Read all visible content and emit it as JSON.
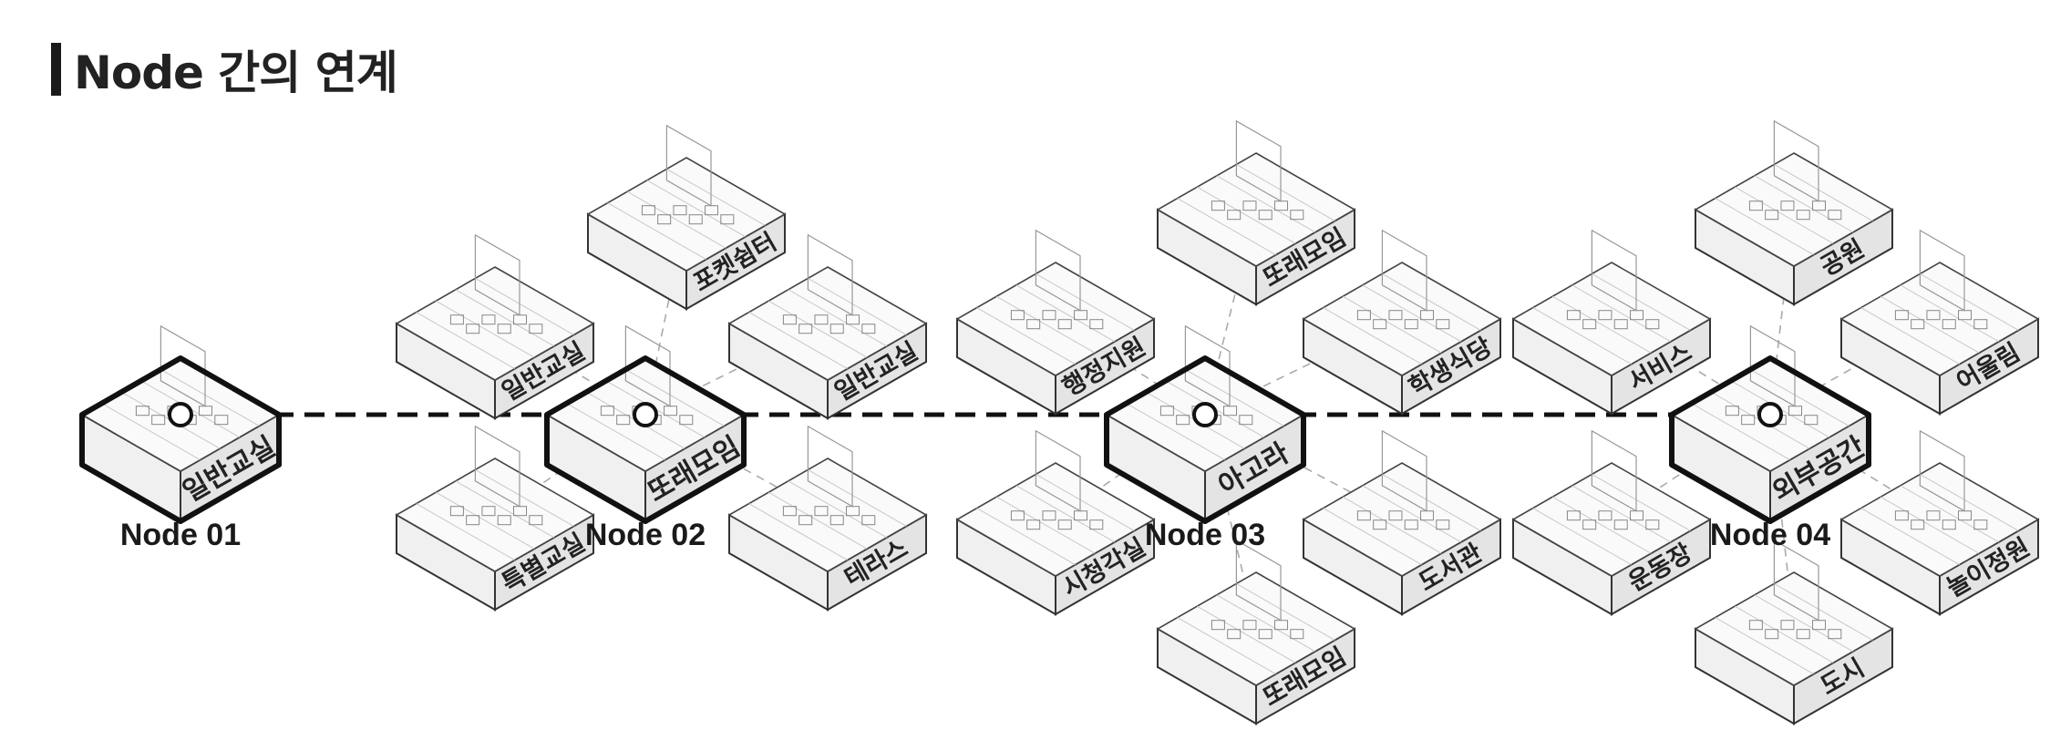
{
  "title": "Node 간의 연계",
  "nodes": [
    {
      "label": "Node 01",
      "room": "일반교실"
    },
    {
      "label": "Node 02",
      "room": "또래모임"
    },
    {
      "label": "Node 03",
      "room": "아고라"
    },
    {
      "label": "Node 04",
      "room": "외부공간"
    }
  ],
  "satellites": [
    {
      "room": "일반교실",
      "node": "Node 02"
    },
    {
      "room": "포켓쉼터",
      "node": "Node 02"
    },
    {
      "room": "일반교실",
      "node": "Node 02"
    },
    {
      "room": "특별교실",
      "node": "Node 02"
    },
    {
      "room": "테라스",
      "node": "Node 02"
    },
    {
      "room": "행정지원",
      "node": "Node 03"
    },
    {
      "room": "또래모임",
      "node": "Node 03"
    },
    {
      "room": "학생식당",
      "node": "Node 03"
    },
    {
      "room": "시청각실",
      "node": "Node 03"
    },
    {
      "room": "도서관",
      "node": "Node 03"
    },
    {
      "room": "또래모임",
      "node": "Node 03"
    },
    {
      "room": "서비스",
      "node": "Node 04"
    },
    {
      "room": "공원",
      "node": "Node 04"
    },
    {
      "room": "어울림",
      "node": "Node 04"
    },
    {
      "room": "운동장",
      "node": "Node 04"
    },
    {
      "room": "놀이정원",
      "node": "Node 04"
    },
    {
      "room": "도시",
      "node": "Node 04"
    }
  ],
  "icons": {
    "node_marker": "circle-node-icon"
  }
}
